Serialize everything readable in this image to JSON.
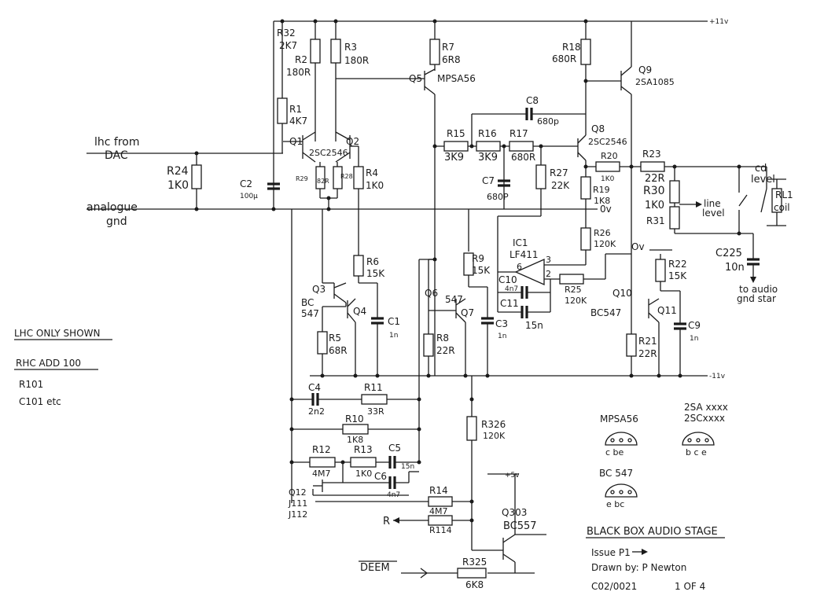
{
  "title_block": {
    "title": "BLACK BOX AUDIO STAGE",
    "issue": "Issue  P1",
    "drawn_by": "Drawn  by: P Newton",
    "drawing_no": "C02/0021",
    "sheet": "1 OF 4"
  },
  "notes": {
    "lhc_only": "LHC ONLY SHOWN",
    "rhc_add": "RHC  ADD 100",
    "r101": "R101",
    "c101": "C101   etc"
  },
  "rails": {
    "plus11": "+11v",
    "minus11": "-11v",
    "ov": "0v",
    "ov2": "Ov",
    "ov3": "Ov",
    "plus5": "+5v"
  },
  "signals": {
    "input_line1": "lhc from",
    "input_line2": "DAC",
    "gnd_line1": "analogue",
    "gnd_line2": "gnd",
    "cd_line1": "cd",
    "cd_line2": "level",
    "line_line1": "line",
    "line_line2": "level",
    "audio_gnd_line1": "to audio",
    "audio_gnd_line2": "gnd star",
    "r_out": "R",
    "deem": "DEEM",
    "rl1": "RL1",
    "rl1_coil": "coil"
  },
  "components": {
    "R32": {
      "ref": "R32",
      "value": "2K7"
    },
    "R2": {
      "ref": "R2",
      "value": "180R"
    },
    "R3": {
      "ref": "R3",
      "value": "180R"
    },
    "R1": {
      "ref": "R1",
      "value": "4K7"
    },
    "R7": {
      "ref": "R7",
      "value": "6R8"
    },
    "R18": {
      "ref": "R18",
      "value": "680R"
    },
    "Q9": {
      "ref": "Q9",
      "value": "2SA1085"
    },
    "Q5": {
      "ref": "Q5",
      "value": "MPSA56"
    },
    "C8": {
      "ref": "C8",
      "value": "680p"
    },
    "R15": {
      "ref": "R15",
      "value": "3K9"
    },
    "R16": {
      "ref": "R16",
      "value": "3K9"
    },
    "R17": {
      "ref": "R17",
      "value": "680R"
    },
    "Q8": {
      "ref": "Q8",
      "value": "2SC2546"
    },
    "Q1Q2": {
      "ref1": "Q1",
      "ref2": "Q2",
      "value": "2SC2546"
    },
    "R24": {
      "ref": "R24",
      "value": "1K0"
    },
    "C2": {
      "ref": "C2",
      "value": "100µ"
    },
    "R29": {
      "ref": "R29"
    },
    "R28": {
      "ref": "R28"
    },
    "R29R28": {
      "value": "82R"
    },
    "R4": {
      "ref": "R4",
      "value": "1K0"
    },
    "C7": {
      "ref": "C7",
      "value": "680P"
    },
    "R27": {
      "ref": "R27",
      "value": "22K"
    },
    "R20": {
      "ref": "R20",
      "value": "1K0"
    },
    "R19": {
      "ref": "R19",
      "value": "1K8"
    },
    "R23": {
      "ref": "R23",
      "value": "22R"
    },
    "R30": {
      "ref": "R30",
      "value": "1K0"
    },
    "R31": {
      "ref": "R31"
    },
    "R26": {
      "ref": "R26",
      "value": "120K"
    },
    "IC1": {
      "ref": "IC1",
      "value": "LF411"
    },
    "C225": {
      "ref": "C225",
      "value": "10n"
    },
    "R6": {
      "ref": "R6",
      "value": "15K"
    },
    "R9": {
      "ref": "R9",
      "value": "15K"
    },
    "R22": {
      "ref": "R22",
      "value": "15K"
    },
    "Q3": {
      "ref": "Q3",
      "value1": "BC",
      "value2": "547"
    },
    "Q4": {
      "ref": "Q4"
    },
    "Q6": {
      "ref": "Q6",
      "value": "547"
    },
    "Q7": {
      "ref": "Q7"
    },
    "Q10": {
      "ref": "Q10",
      "value": "BC547"
    },
    "Q11": {
      "ref": "Q11"
    },
    "C10": {
      "ref": "C10",
      "value": "4n7"
    },
    "C11": {
      "ref": "C11",
      "value": "15n"
    },
    "R25": {
      "ref": "R25",
      "value": "120K"
    },
    "C1": {
      "ref": "C1",
      "value": "1n"
    },
    "C3": {
      "ref": "C3",
      "value": "1n"
    },
    "C9": {
      "ref": "C9",
      "value": "1n"
    },
    "R5": {
      "ref": "R5",
      "value": "68R"
    },
    "R8": {
      "ref": "R8",
      "value": "22R"
    },
    "R21": {
      "ref": "R21",
      "value": "22R"
    },
    "C4": {
      "ref": "C4",
      "value": "2n2"
    },
    "R11": {
      "ref": "R11",
      "value": "33R"
    },
    "R10": {
      "ref": "R10",
      "value": "1K8"
    },
    "R12": {
      "ref": "R12",
      "value": "4M7"
    },
    "R13": {
      "ref": "R13",
      "value": "1K0"
    },
    "C5": {
      "ref": "C5",
      "value": "15n"
    },
    "C6": {
      "ref": "C6",
      "value": "4n7"
    },
    "R326": {
      "ref": "R326",
      "value": "120K"
    },
    "Q12": {
      "ref": "Q12",
      "value1": "J111",
      "value2": "J112"
    },
    "R14": {
      "ref": "R14",
      "value": "4M7"
    },
    "R114": {
      "ref": "R114"
    },
    "Q303": {
      "ref": "Q303",
      "value": "BC557"
    },
    "R325": {
      "ref": "R325",
      "value": "6K8"
    }
  },
  "pinouts": {
    "mpsa56": {
      "name": "MPSA56",
      "pins": "c be"
    },
    "twosa": {
      "name1": "2SA xxxx",
      "name2": "2SCxxxx",
      "pins": "b c e"
    },
    "bc547": {
      "name": "BC 547",
      "pins": "e bc"
    }
  },
  "opamp_pins": {
    "p2": "2",
    "p3": "3",
    "p6": "6"
  }
}
